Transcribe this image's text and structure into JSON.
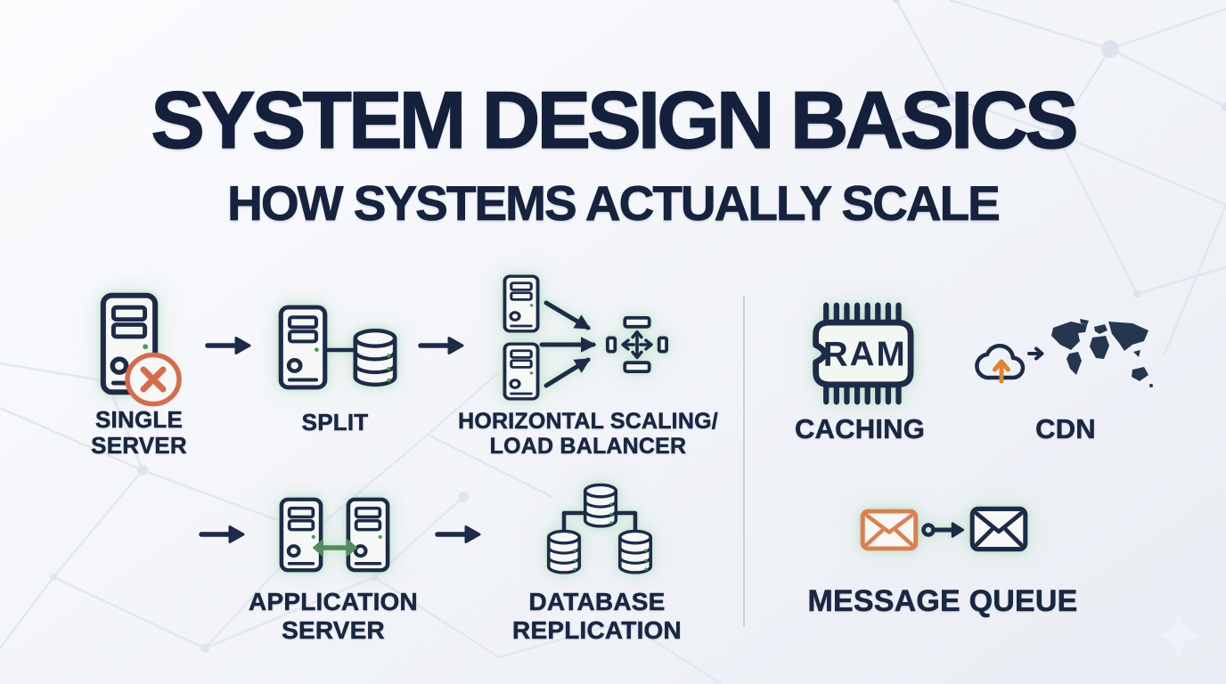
{
  "title": "SYSTEM DESIGN BASICS",
  "subtitle": "HOW SYSTEMS ACTUALLY SCALE",
  "nodes": {
    "single_server": {
      "label_line1": "SINGLE",
      "label_line2": "SERVER"
    },
    "split": {
      "label": "SPLIT"
    },
    "horizontal_scaling": {
      "label_line1": "HORIZONTAL SCALING/",
      "label_line2": "LOAD BALANCER"
    },
    "caching": {
      "label": "CACHING",
      "chip_text": "RAM"
    },
    "cdn": {
      "label": "CDN"
    },
    "application_server": {
      "label_line1": "APPLICATION",
      "label_line2": "SERVER"
    },
    "database_replication": {
      "label_line1": "DATABASE",
      "label_line2": "REPLICATION"
    },
    "message_queue": {
      "label": "MESSAGE QUEUE"
    }
  },
  "icons": {
    "single_server": "server-tower-icon with error-x-badge",
    "split": "server-tower-icon plus database-cylinder-icon",
    "horizontal_scaling": "two server-tower-icons, converging arrows, load-balancer-icon",
    "caching": "ram-chip-icon",
    "cdn": "cloud-upload-icon, arrow, world-map-icon",
    "application_server": "two server-tower-icons with green sync double-arrow",
    "database_replication": "three connected database-cylinder-icons",
    "message_queue": "orange envelope-icon to navy envelope-icon",
    "background": "network-constellation-pattern, sparkle-star"
  },
  "colors": {
    "navy": "#1d2b49",
    "heading": "#15213c",
    "orange_error": "#d96a4a",
    "orange_envelope": "#dd7f4f",
    "orange_upload": "#e0842f",
    "green_accent": "#4f8e5e",
    "green_led": "#3f9e5a",
    "divider": "#cbd1da",
    "background_light": "#fbfcfe",
    "background_dark": "#e9edf3",
    "glow_mint": "#d9ecdf"
  }
}
